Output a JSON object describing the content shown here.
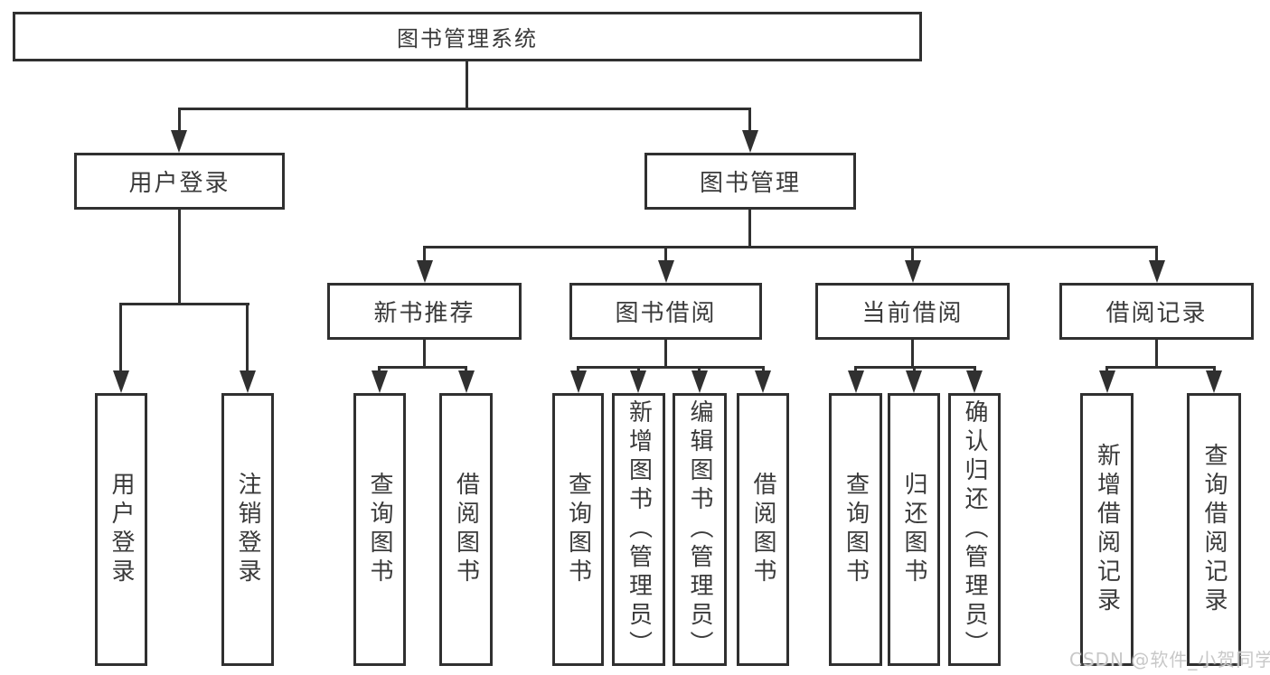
{
  "diagram": {
    "root": {
      "label": "图书管理系统"
    },
    "user_login": {
      "label": "用户登录",
      "children": [
        "用户登录",
        "注销登录"
      ]
    },
    "book_mgmt": {
      "label": "图书管理"
    },
    "recommend": {
      "label": "新书推荐",
      "children": [
        "查询图书",
        "借阅图书"
      ]
    },
    "borrow": {
      "label": "图书借阅",
      "children": [
        "查询图书",
        "新增图书（管理员）",
        "编辑图书（管理员）",
        "借阅图书"
      ]
    },
    "current": {
      "label": "当前借阅",
      "children": [
        "查询图书",
        "归还图书",
        "确认归还（管理员）"
      ]
    },
    "records": {
      "label": "借阅记录",
      "children": [
        "新增借阅记录",
        "查询借阅记录"
      ]
    }
  },
  "watermark": {
    "text": "CSDN @软件_小贺同学"
  },
  "colors": {
    "background": "#ffffff",
    "line": "#303030",
    "box_border": "#303030",
    "text": "#3a3a3a",
    "watermark": "#c8c8c8"
  }
}
